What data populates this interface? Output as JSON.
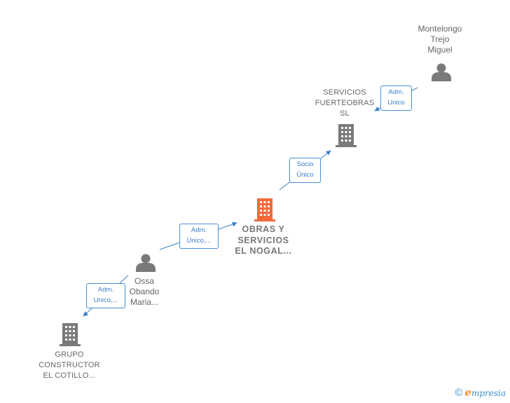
{
  "nodes": {
    "montelongo": {
      "lines": [
        "Montelongo",
        "Trejo",
        "Miguel"
      ]
    },
    "fuerteobras": {
      "lines": [
        "SERVICIOS",
        "FUERTEOBRAS",
        "SL"
      ]
    },
    "nogal": {
      "lines": [
        "OBRAS Y",
        "SERVICIOS",
        "EL NOGAL..."
      ]
    },
    "ossa": {
      "lines": [
        "Ossa",
        "Obando",
        "Maria..."
      ]
    },
    "grupo": {
      "lines": [
        "GRUPO",
        "CONSTRUCTOR",
        "EL COTILLO..."
      ]
    }
  },
  "relations": {
    "montelongo_fuerteobras": {
      "lines": [
        "Adm.",
        "Unico"
      ]
    },
    "fuerteobras_nogal": {
      "lines": [
        "Socio",
        "Único"
      ]
    },
    "ossa_nogal": {
      "lines": [
        "Adm.",
        "Unico,..."
      ]
    },
    "ossa_grupo": {
      "lines": [
        "Adm.",
        "Unico,..."
      ]
    }
  },
  "colors": {
    "highlight_company": "#f26a3a",
    "company": "#7a7a7a",
    "person": "#7a7a7a",
    "edge": "#3d7fc8"
  },
  "footer": {
    "copyright_symbol": "©",
    "brand_initial": "e",
    "brand_rest": "mpresia"
  }
}
